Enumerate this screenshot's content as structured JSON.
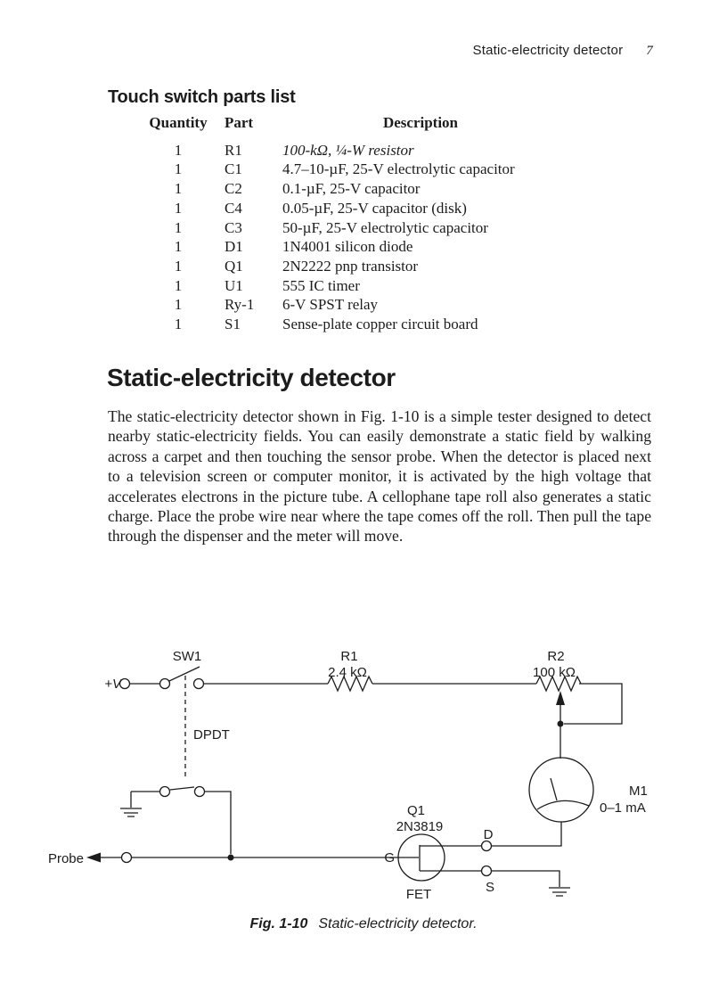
{
  "page": {
    "running_head": "Static-electricity detector",
    "page_number": "7"
  },
  "parts_list": {
    "title": "Touch switch parts list",
    "columns": [
      "Quantity",
      "Part",
      "Description"
    ],
    "rows": [
      {
        "quantity": "1",
        "part": "R1",
        "description": "100-kΩ, ¼-W resistor"
      },
      {
        "quantity": "1",
        "part": "C1",
        "description": "4.7–10-µF, 25-V electrolytic capacitor"
      },
      {
        "quantity": "1",
        "part": "C2",
        "description": "0.1-µF, 25-V capacitor"
      },
      {
        "quantity": "1",
        "part": "C4",
        "description": "0.05-µF, 25-V capacitor (disk)"
      },
      {
        "quantity": "1",
        "part": "C3",
        "description": "50-µF, 25-V electrolytic capacitor"
      },
      {
        "quantity": "1",
        "part": "D1",
        "description": "1N4001 silicon diode"
      },
      {
        "quantity": "1",
        "part": "Q1",
        "description": "2N2222 pnp transistor"
      },
      {
        "quantity": "1",
        "part": "U1",
        "description": "555 IC timer"
      },
      {
        "quantity": "1",
        "part": "Ry-1",
        "description": "6-V SPST relay"
      },
      {
        "quantity": "1",
        "part": "S1",
        "description": "Sense-plate copper circuit board"
      }
    ]
  },
  "section": {
    "heading": "Static-electricity detector",
    "body": "The static-electricity detector shown in Fig. 1-10 is a simple tester designed to detect nearby static-electricity fields. You can easily demonstrate a static field by walking across a carpet and then touching the sensor probe. When the detector is placed next to a television screen or computer monitor, it is activated by the high voltage that accelerates electrons in the picture tube. A cellophane tape roll also generates a static charge. Place the probe wire near where the tape comes off the roll. Then pull the tape through the dispenser and the meter will move."
  },
  "figure": {
    "caption_label": "Fig. 1-10",
    "caption_text": "Static-electricity detector.",
    "labels": {
      "supply": "+V",
      "switch_name": "SW1",
      "switch_type": "DPDT",
      "r1_name": "R1",
      "r1_value": "2.4 kΩ",
      "r2_name": "R2",
      "r2_value": "100 kΩ",
      "meter_name": "M1",
      "meter_range": "0–1 mA",
      "probe": "Probe",
      "q1_name": "Q1",
      "q1_part": "2N3819",
      "q1_type": "FET",
      "gate": "G",
      "drain": "D",
      "source": "S"
    }
  }
}
